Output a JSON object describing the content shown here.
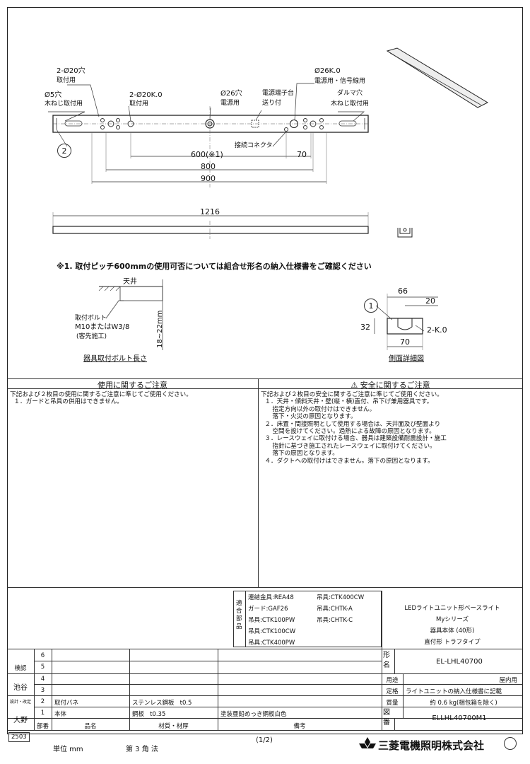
{
  "drawing": {
    "top_labels": {
      "hole_2_20": "2-Ø20穴",
      "hole_2_20_use": "取付用",
      "hole_5": "Ø5穴",
      "hole_5_use": "木ねじ取付用",
      "hole_2_20k": "2-Ø20K.0",
      "hole_2_20k_use": "取付用",
      "hole_26": "Ø26穴",
      "hole_26_use": "電源用",
      "terminal": "電源端子台",
      "terminal_use": "送り付",
      "hole_26k": "Ø26K.0",
      "hole_26k_use": "電源用・信号線用",
      "daruma": "ダルマ穴",
      "daruma_use": "木ねじ取付用",
      "connector": "接続コネクタ",
      "balloon_2": "2"
    },
    "dims": {
      "d600": "600(※1)",
      "d70": "70",
      "d800": "800",
      "d900": "900",
      "d1216": "1216"
    },
    "footnote": "※1. 取付ピッチ600mmの使用可否については組合せ形名の納入仕様書をご確認ください",
    "bolt": {
      "ceiling": "天井",
      "bolt_label1": "取付ボルト",
      "bolt_label2": "M10またはW3/8",
      "bolt_label3": "(客先施工)",
      "length": "18~22mm",
      "caption": "器具取付ボルト長さ"
    },
    "side": {
      "balloon_1": "1",
      "d66": "66",
      "d20": "20",
      "d32": "32",
      "d70": "70",
      "k": "2-K.0",
      "caption": "側面詳細図"
    }
  },
  "usage": {
    "title": "使用に関するご注意",
    "body": "下記および２枚目の使用に関するご注意に準じてご使用ください。\n  １．ガードと吊具の併用はできません。"
  },
  "safety": {
    "title": "安全に関するご注意",
    "body": "下記および２枚目の安全に関するご注意に準じてご使用ください。\n  １．天井・傾斜天井・壁(縦・横)直付、吊下げ兼用器具です。\n      指定方向以外の取付けはできません。\n      落下・火災の原因となります。\n  ２．床置・間接照明として使用する場合は、天井面及び壁面より\n      空間を設けてください。過熱による故障の原因となります。\n  ３．レースウェイに取付ける場合、器具は建築設備耐震設計・施工\n      指針に基づき施工されたレースウェイに取付けてください。\n      落下の原因となります。\n  ４．ダクトへの取付けはできません。落下の原因となります。"
  },
  "parts": {
    "header": "適合部品",
    "col1": [
      "連結金具:REA48",
      "ガード:GAF26",
      "吊具:CTK100PW",
      "吊具:CTK100CW",
      "吊具:CTK400PW"
    ],
    "col2": [
      "吊具:CTK400CW",
      "吊具:CHTK-A",
      "吊具:CHTK-C"
    ]
  },
  "product": {
    "lines": [
      "LEDライトユニット形ベースライト",
      "Myシリーズ",
      "器具本体 (40形)",
      "直付形 トラフタイプ"
    ],
    "kata_label": "形名",
    "model": "EL-LHL40700",
    "youto_label": "用途",
    "youto": "屋内用",
    "teikaku_label": "定格",
    "teikaku": "ライトユニットの納入仕様書に記載",
    "shitsuryo_label": "質量",
    "shitsuryo": "約 0.6 kg(梱包箱を除く)",
    "zuban_label": "図番",
    "zuban": "ELLHL40700M1"
  },
  "approval": {
    "kennin": "検認",
    "ikeya": "池谷",
    "sekkei": "設計・改定",
    "ono": "大野",
    "no_code": "2503"
  },
  "bom": {
    "rows": [
      {
        "no": "6",
        "name": "",
        "mat": "",
        "note": ""
      },
      {
        "no": "5",
        "name": "",
        "mat": "",
        "note": ""
      },
      {
        "no": "4",
        "name": "",
        "mat": "",
        "note": ""
      },
      {
        "no": "3",
        "name": "",
        "mat": "",
        "note": ""
      },
      {
        "no": "2",
        "name": "取付バネ",
        "mat": "ステンレス鋼板   t0.5",
        "note": ""
      },
      {
        "no": "1",
        "name": "本体",
        "mat": "鋼板   t0.35",
        "note": "塗装亜鉛めっき鋼板白色"
      }
    ],
    "h_no": "部番",
    "h_name": "品名",
    "h_mat": "材質・材厚",
    "h_note": "備考"
  },
  "footer": {
    "unit": "単位  mm",
    "angle": "第 3 角 法",
    "page": "(1/2)",
    "company": "三菱電機照明株式会社"
  }
}
